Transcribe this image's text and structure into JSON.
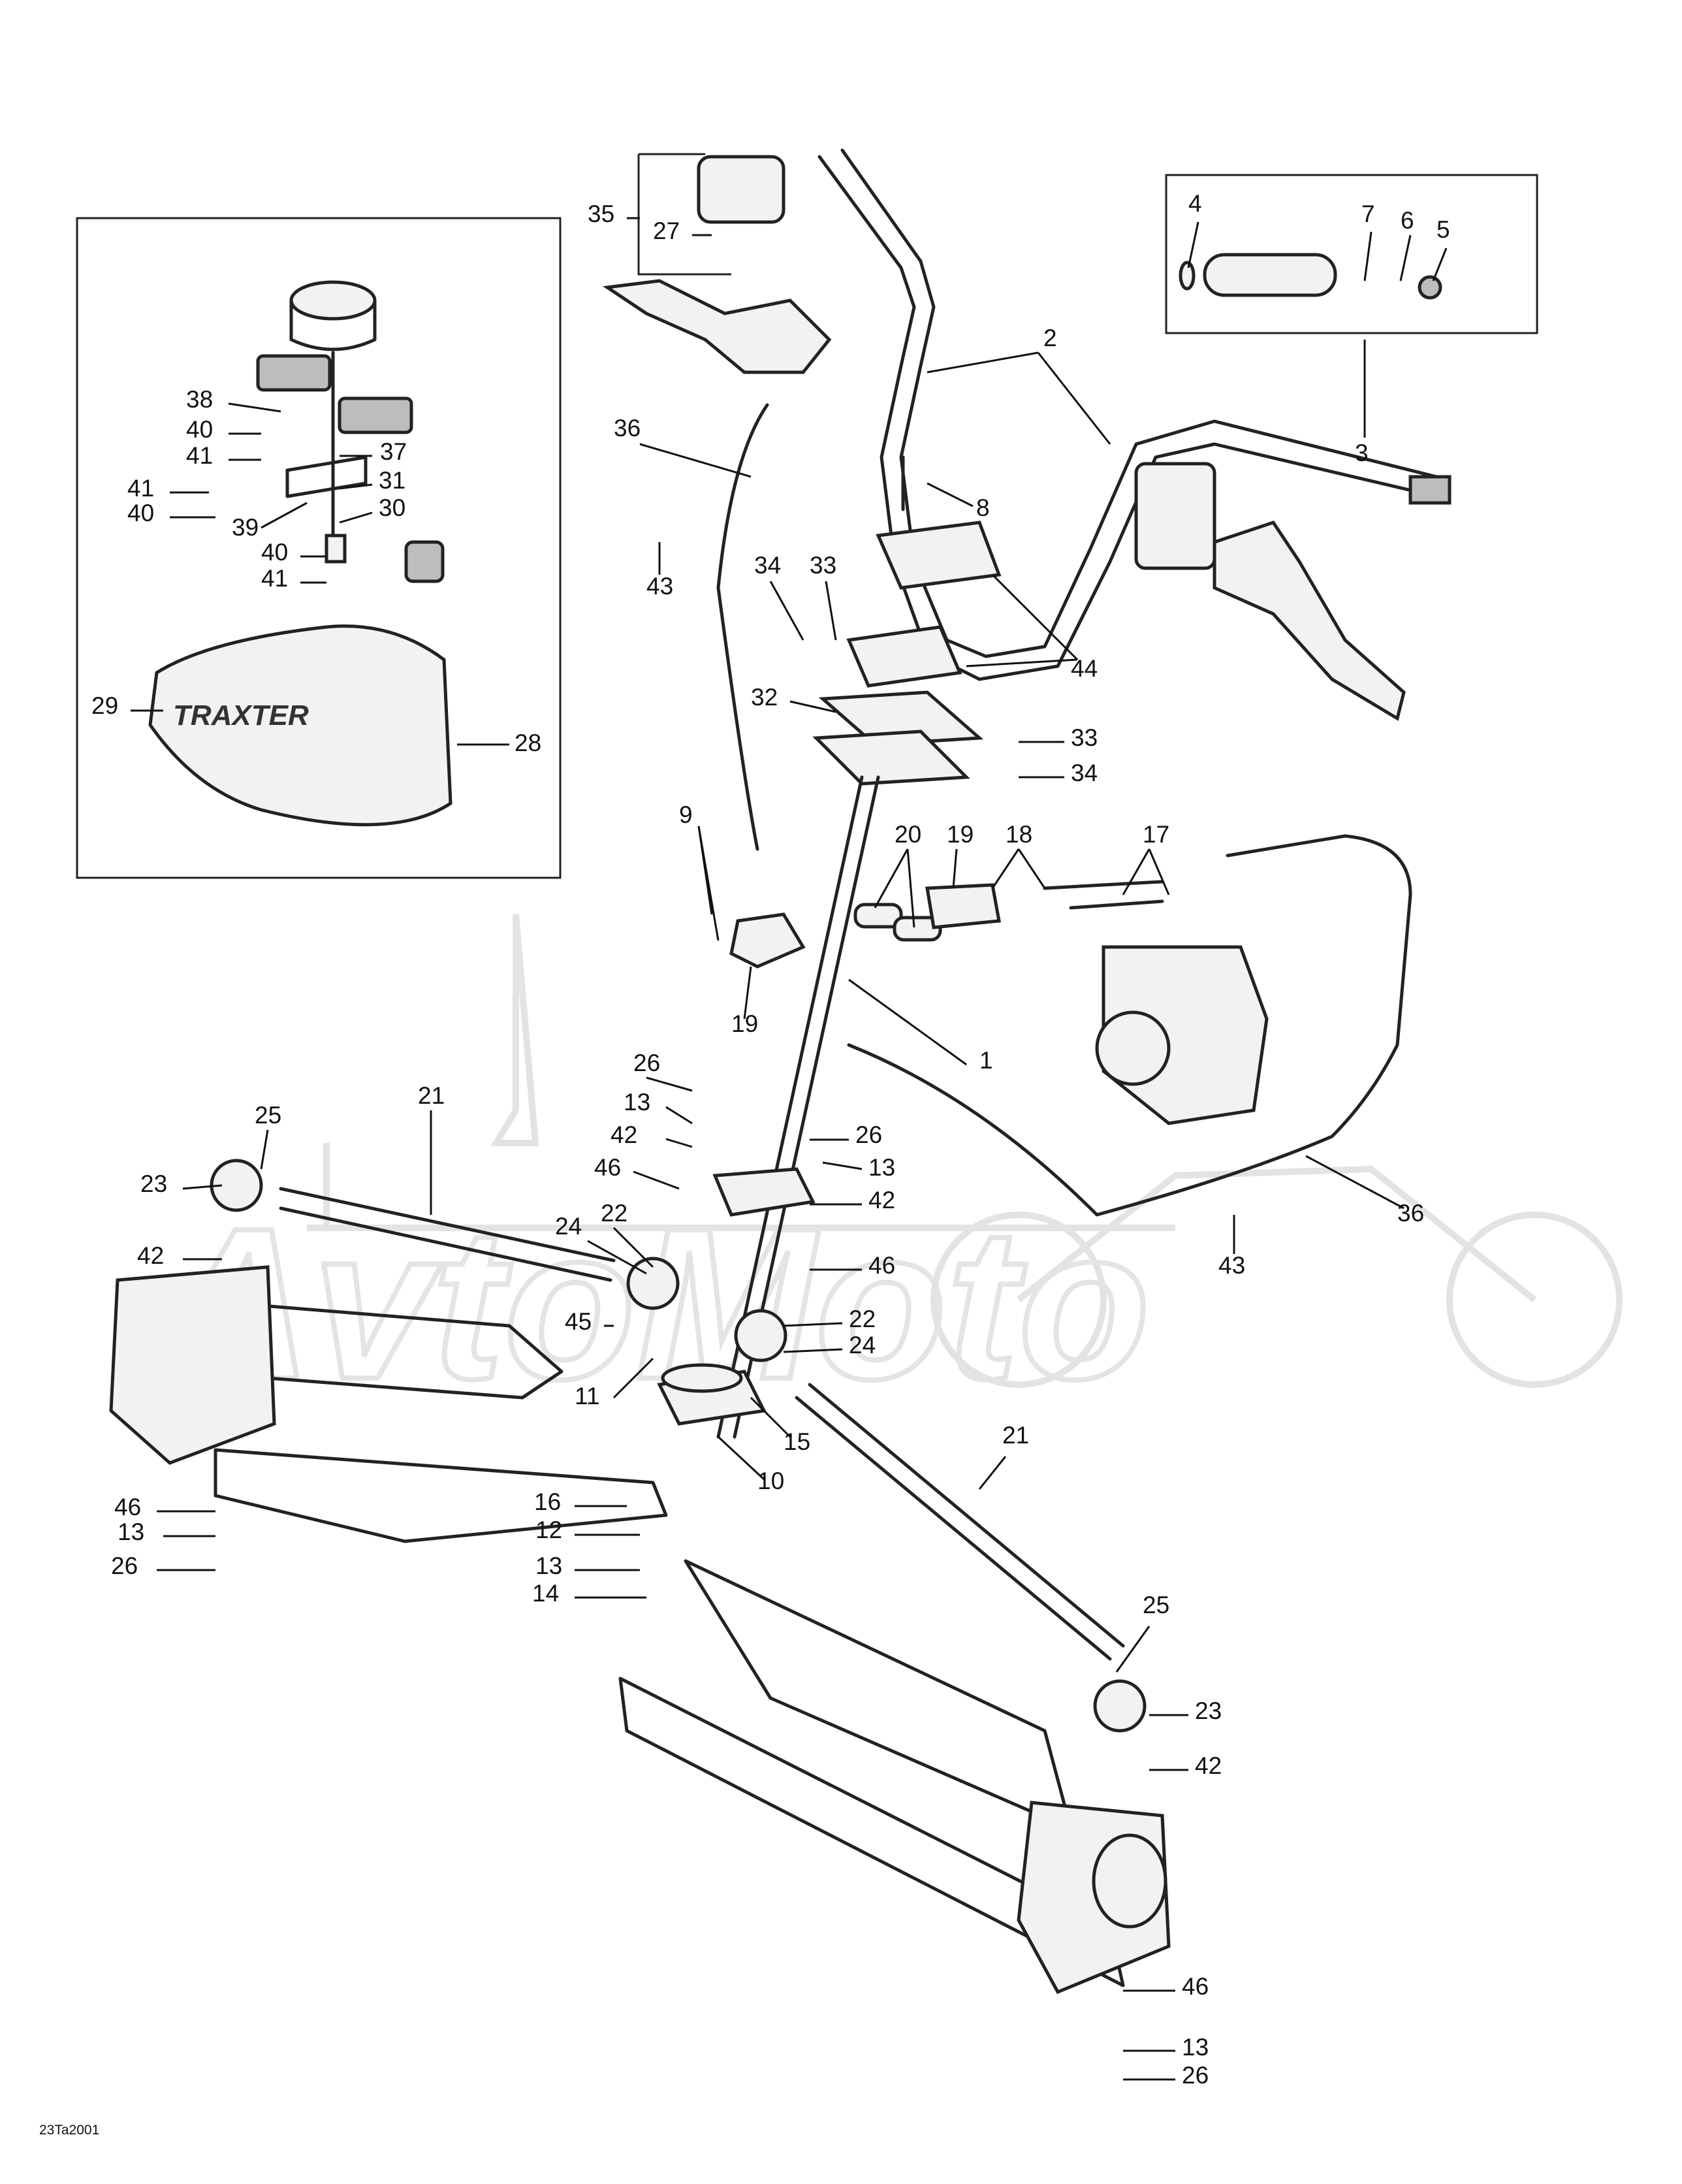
{
  "figure": {
    "code": "23Ta2001"
  },
  "inset_logo_text": "TRAXTER",
  "watermark_text": "AvtoMoto",
  "callouts": [
    {
      "id": "c1",
      "label": "1"
    },
    {
      "id": "c2",
      "label": "2"
    },
    {
      "id": "c3",
      "label": "3"
    },
    {
      "id": "c4",
      "label": "4"
    },
    {
      "id": "c5",
      "label": "5"
    },
    {
      "id": "c6",
      "label": "6"
    },
    {
      "id": "c7",
      "label": "7"
    },
    {
      "id": "c8",
      "label": "8"
    },
    {
      "id": "c9",
      "label": "9"
    },
    {
      "id": "c10",
      "label": "10"
    },
    {
      "id": "c11",
      "label": "11"
    },
    {
      "id": "c12",
      "label": "12"
    },
    {
      "id": "c13a",
      "label": "13"
    },
    {
      "id": "c13b",
      "label": "13"
    },
    {
      "id": "c13c",
      "label": "13"
    },
    {
      "id": "c13d",
      "label": "13"
    },
    {
      "id": "c13e",
      "label": "13"
    },
    {
      "id": "c14",
      "label": "14"
    },
    {
      "id": "c15",
      "label": "15"
    },
    {
      "id": "c16",
      "label": "16"
    },
    {
      "id": "c17",
      "label": "17"
    },
    {
      "id": "c18",
      "label": "18"
    },
    {
      "id": "c19a",
      "label": "19"
    },
    {
      "id": "c19b",
      "label": "19"
    },
    {
      "id": "c20",
      "label": "20"
    },
    {
      "id": "c21a",
      "label": "21"
    },
    {
      "id": "c21b",
      "label": "21"
    },
    {
      "id": "c22a",
      "label": "22"
    },
    {
      "id": "c22b",
      "label": "22"
    },
    {
      "id": "c23a",
      "label": "23"
    },
    {
      "id": "c23b",
      "label": "23"
    },
    {
      "id": "c24a",
      "label": "24"
    },
    {
      "id": "c24b",
      "label": "24"
    },
    {
      "id": "c25a",
      "label": "25"
    },
    {
      "id": "c25b",
      "label": "25"
    },
    {
      "id": "c26a",
      "label": "26"
    },
    {
      "id": "c26b",
      "label": "26"
    },
    {
      "id": "c26c",
      "label": "26"
    },
    {
      "id": "c26d",
      "label": "26"
    },
    {
      "id": "c27",
      "label": "27"
    },
    {
      "id": "c28",
      "label": "28"
    },
    {
      "id": "c29",
      "label": "29"
    },
    {
      "id": "c30",
      "label": "30"
    },
    {
      "id": "c31",
      "label": "31"
    },
    {
      "id": "c32",
      "label": "32"
    },
    {
      "id": "c33a",
      "label": "33"
    },
    {
      "id": "c33b",
      "label": "33"
    },
    {
      "id": "c34a",
      "label": "34"
    },
    {
      "id": "c34b",
      "label": "34"
    },
    {
      "id": "c35",
      "label": "35"
    },
    {
      "id": "c36a",
      "label": "36"
    },
    {
      "id": "c36b",
      "label": "36"
    },
    {
      "id": "c37",
      "label": "37"
    },
    {
      "id": "c38",
      "label": "38"
    },
    {
      "id": "c39",
      "label": "39"
    },
    {
      "id": "c40a",
      "label": "40"
    },
    {
      "id": "c40b",
      "label": "40"
    },
    {
      "id": "c40c",
      "label": "40"
    },
    {
      "id": "c41a",
      "label": "41"
    },
    {
      "id": "c41b",
      "label": "41"
    },
    {
      "id": "c41c",
      "label": "41"
    },
    {
      "id": "c42a",
      "label": "42"
    },
    {
      "id": "c42b",
      "label": "42"
    },
    {
      "id": "c42c",
      "label": "42"
    },
    {
      "id": "c42d",
      "label": "42"
    },
    {
      "id": "c43a",
      "label": "43"
    },
    {
      "id": "c43b",
      "label": "43"
    },
    {
      "id": "c44",
      "label": "44"
    },
    {
      "id": "c45",
      "label": "45"
    },
    {
      "id": "c46a",
      "label": "46"
    },
    {
      "id": "c46b",
      "label": "46"
    },
    {
      "id": "c46c",
      "label": "46"
    },
    {
      "id": "c46d",
      "label": "46"
    }
  ]
}
